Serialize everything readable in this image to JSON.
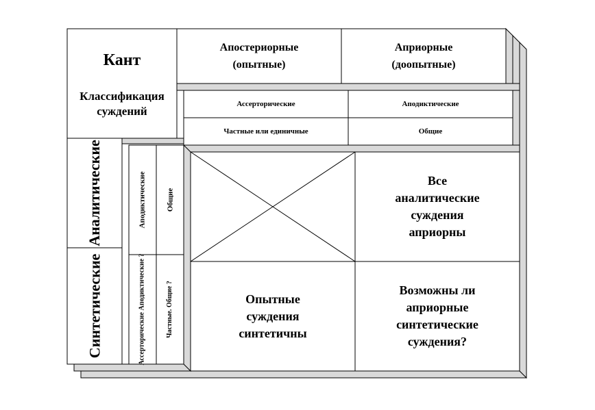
{
  "corner": {
    "title": "Кант",
    "subtitle": "Классификация\nсуждений"
  },
  "columns": {
    "a_posteriori": "Апостериорные\n(опытные)",
    "a_priori": "Априорные\n(доопытные)",
    "assertoric": "Ассерторические",
    "apodictic": "Аподиктические",
    "particular": "Частные или единичные",
    "general": "Общие"
  },
  "rows": {
    "analytic": "Аналитические",
    "synthetic": "Синтетические",
    "analytic_modality": "Аподиктические",
    "analytic_quantity": "Общие",
    "synthetic_modality": "Ассерторические\nАподиктические ?",
    "synthetic_quantity": "Частные.\nОбщие ?"
  },
  "cells": {
    "analytic_a_priori": "Все\nаналитические\nсуждения\nаприорны",
    "synthetic_a_posteriori": "Опытные\nсуждения\nсинтетичны",
    "synthetic_a_priori": "Возможны ли\nаприорные\nсинтетические\nсуждения?"
  }
}
